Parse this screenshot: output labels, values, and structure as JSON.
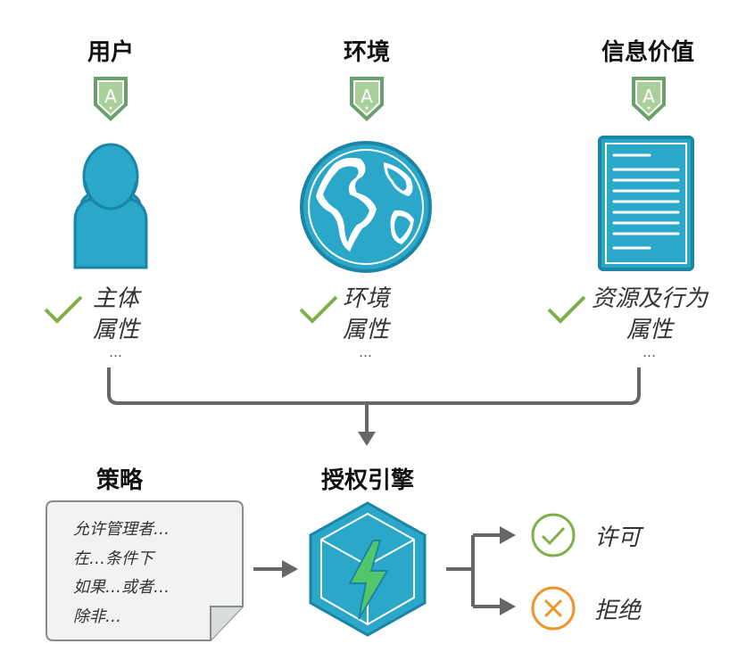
{
  "columns": [
    {
      "title": "用户",
      "attr_line1": "主体",
      "attr_line2": "属性",
      "ellipsis": "…"
    },
    {
      "title": "环境",
      "attr_line1": "环境",
      "attr_line2": "属性",
      "ellipsis": "…"
    },
    {
      "title": "信息价值",
      "attr_line1": "资源及行为",
      "attr_line2": "属性",
      "ellipsis": "…"
    }
  ],
  "badge_letter": "A",
  "policy": {
    "title": "策略",
    "lines": [
      "允许管理者…",
      "在…条件下",
      "如果…或者…",
      "除非…"
    ]
  },
  "engine": {
    "title": "授权引擎"
  },
  "results": {
    "permit": "许可",
    "deny": "拒绝"
  },
  "colors": {
    "teal": "#2aa7c9",
    "teal_dark": "#1b85a6",
    "shield_green": "#6aa16a",
    "check_green": "#7fb04a",
    "permit_green": "#7fb04a",
    "deny_orange": "#f0932b",
    "line_gray": "#666666",
    "card_fill": "#f1f3f3",
    "bolt_green": "#53c66a"
  },
  "icons": [
    "shield-a-icon",
    "user-icon",
    "globe-icon",
    "document-icon",
    "checkmark-icon",
    "engine-cube-icon",
    "lightning-icon",
    "check-circle-icon",
    "x-circle-icon",
    "arrow-icon"
  ]
}
